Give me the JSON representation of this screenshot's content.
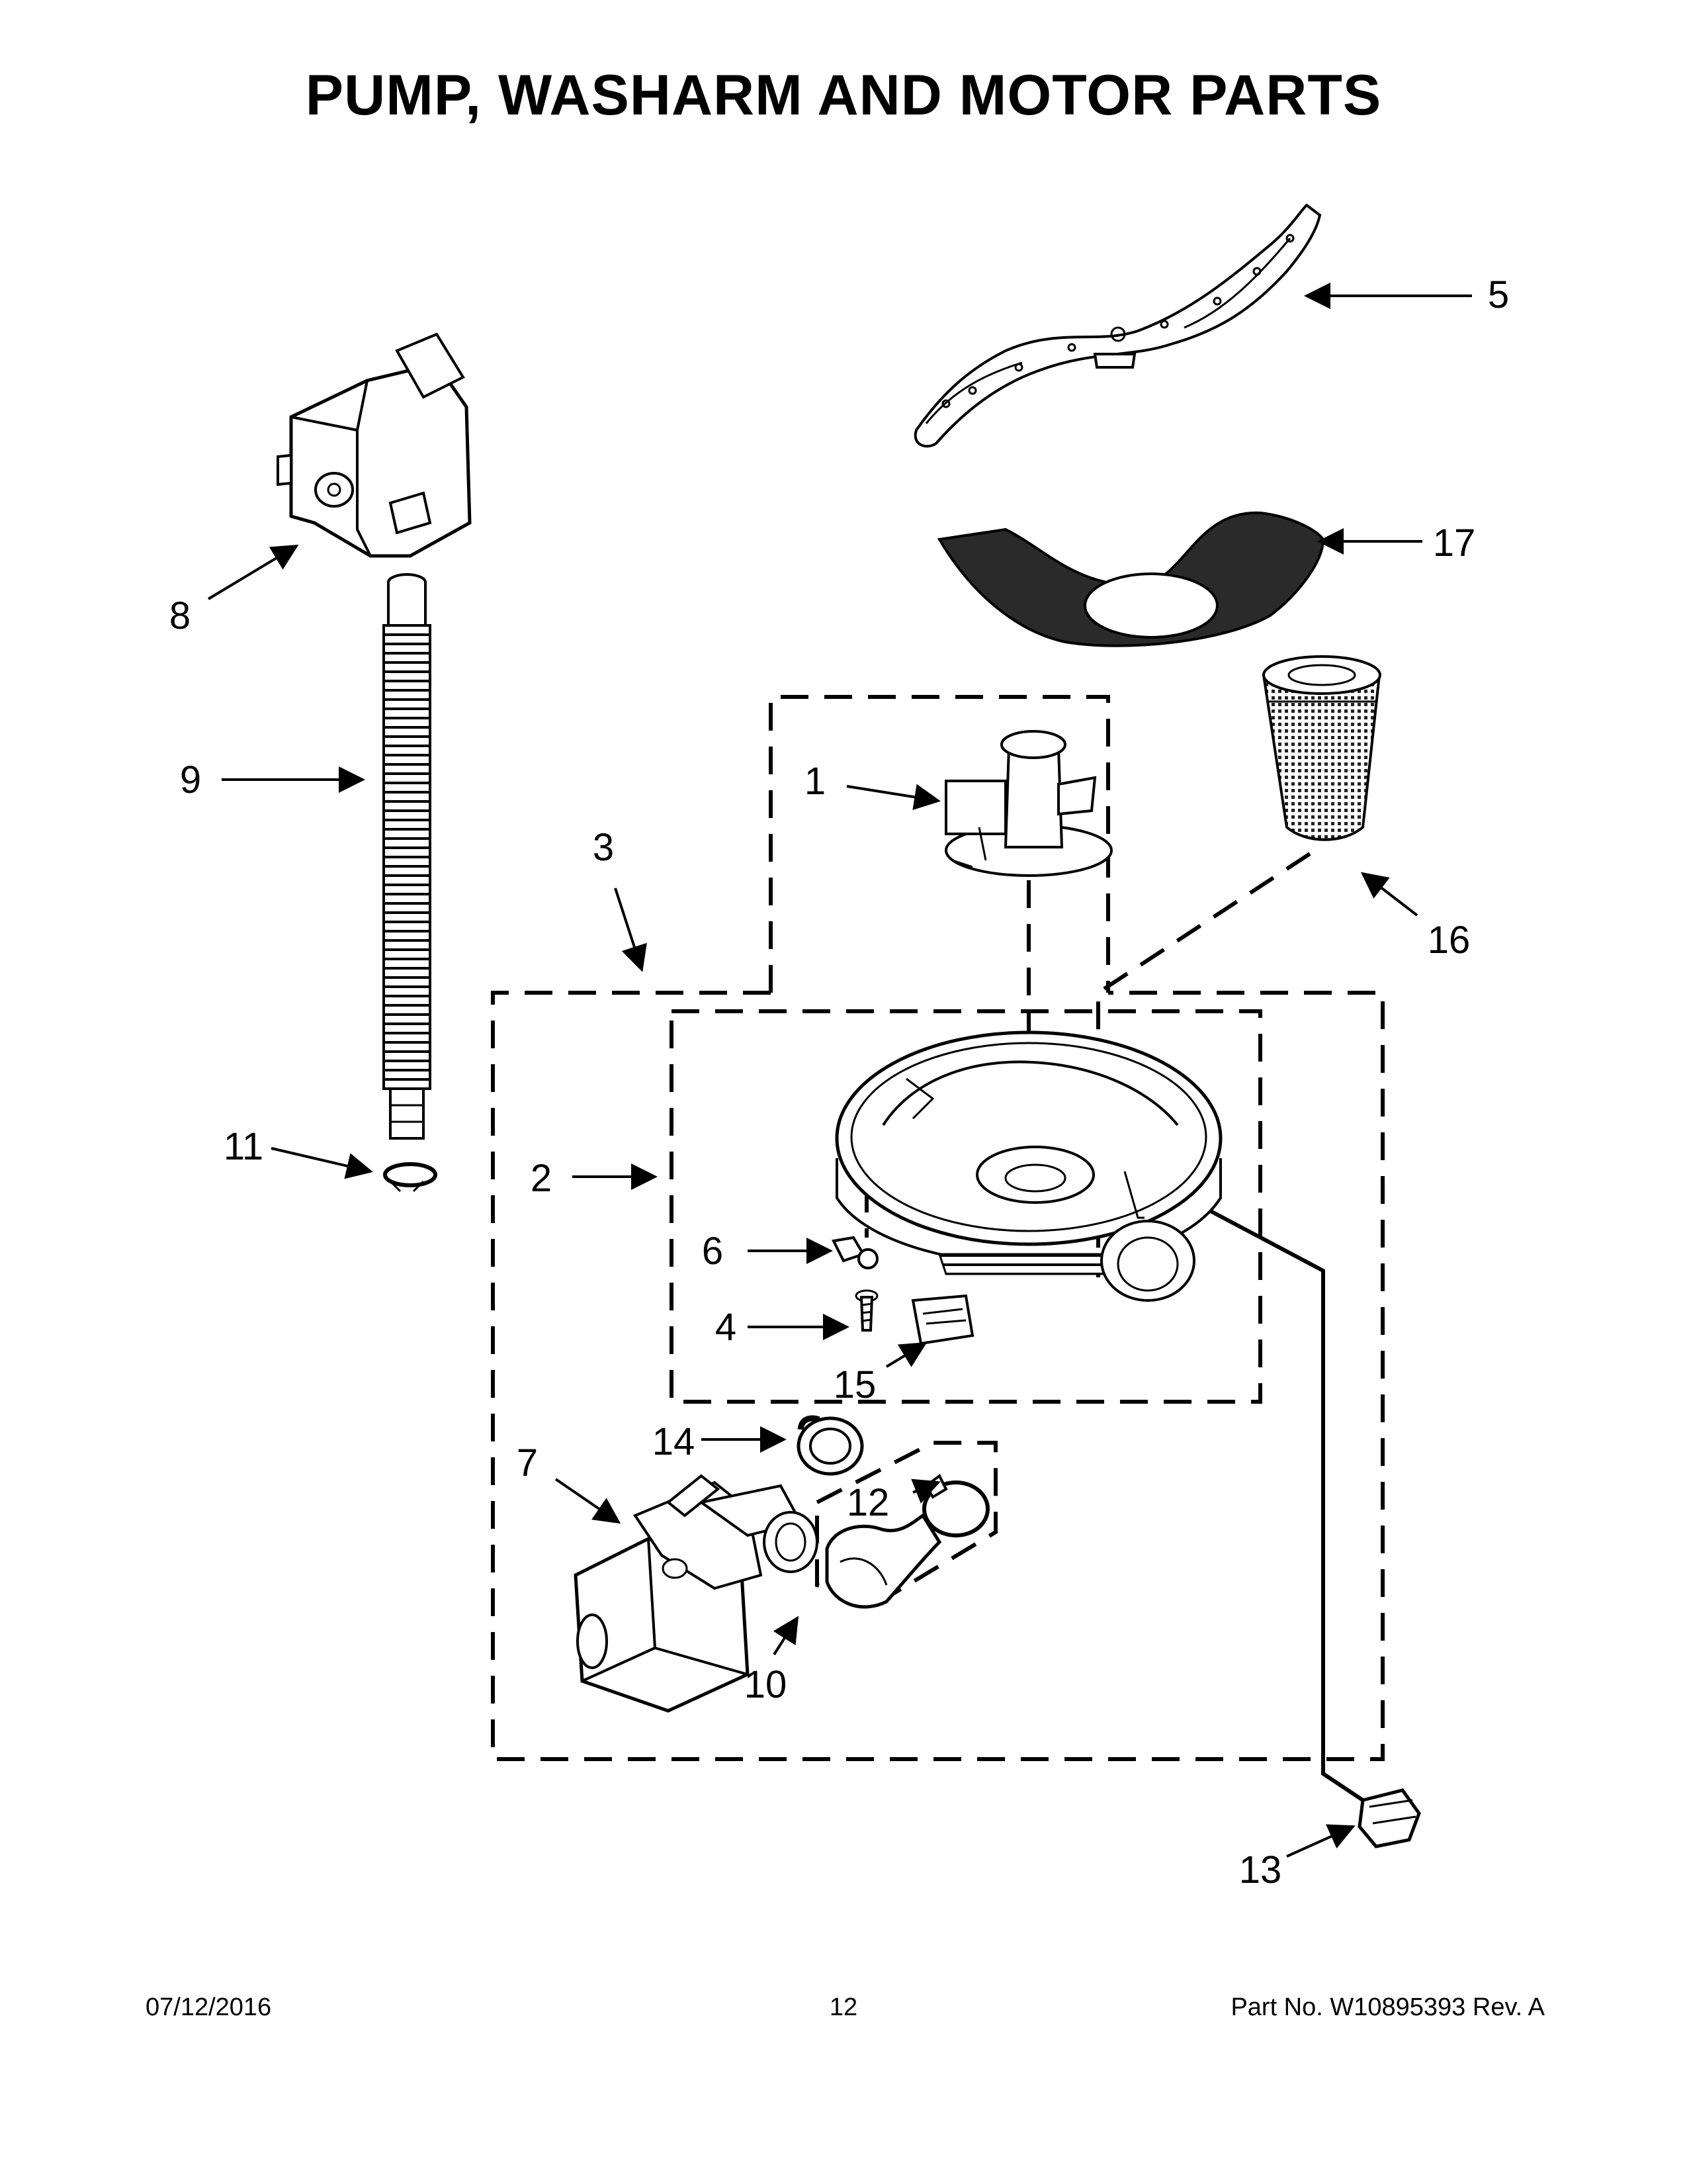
{
  "title": "PUMP, WASHARM AND MOTOR PARTS",
  "callouts": [
    "1",
    "2",
    "3",
    "4",
    "5",
    "6",
    "7",
    "8",
    "9",
    "10",
    "11",
    "12",
    "13",
    "14",
    "15",
    "16",
    "17"
  ],
  "footer": {
    "date": "07/12/2016",
    "page": "12",
    "part_no": "Part No.  W10895393  Rev.  A"
  }
}
